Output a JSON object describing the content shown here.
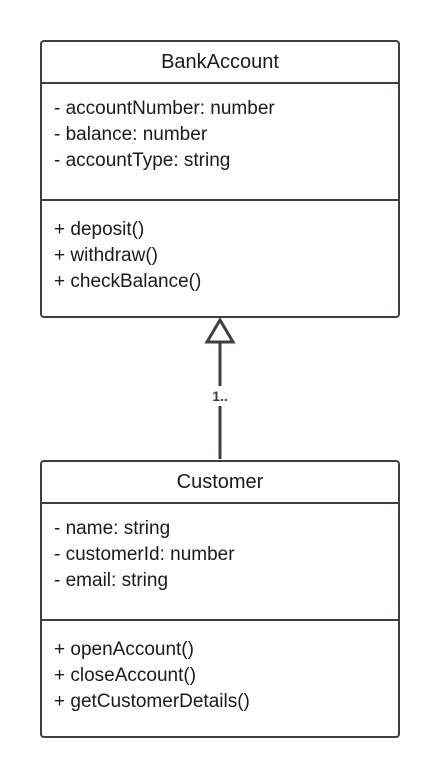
{
  "diagram": {
    "classes": [
      {
        "name": "BankAccount",
        "attributes": [
          "- accountNumber: number",
          "- balance: number",
          "- accountType: string"
        ],
        "methods": [
          "+ deposit()",
          "+ withdraw()",
          "+ checkBalance()"
        ]
      },
      {
        "name": "Customer",
        "attributes": [
          "- name: string",
          "- customerId: number",
          "- email: string"
        ],
        "methods": [
          "+ openAccount()",
          "+ closeAccount()",
          "+ getCustomerDetails()"
        ]
      }
    ],
    "relationship": {
      "type": "generalization",
      "from": "Customer",
      "to": "BankAccount",
      "multiplicity": "1.."
    },
    "colors": {
      "line": "#3b3f45",
      "background": "#ffffff",
      "text": "#1a1a1a"
    }
  }
}
